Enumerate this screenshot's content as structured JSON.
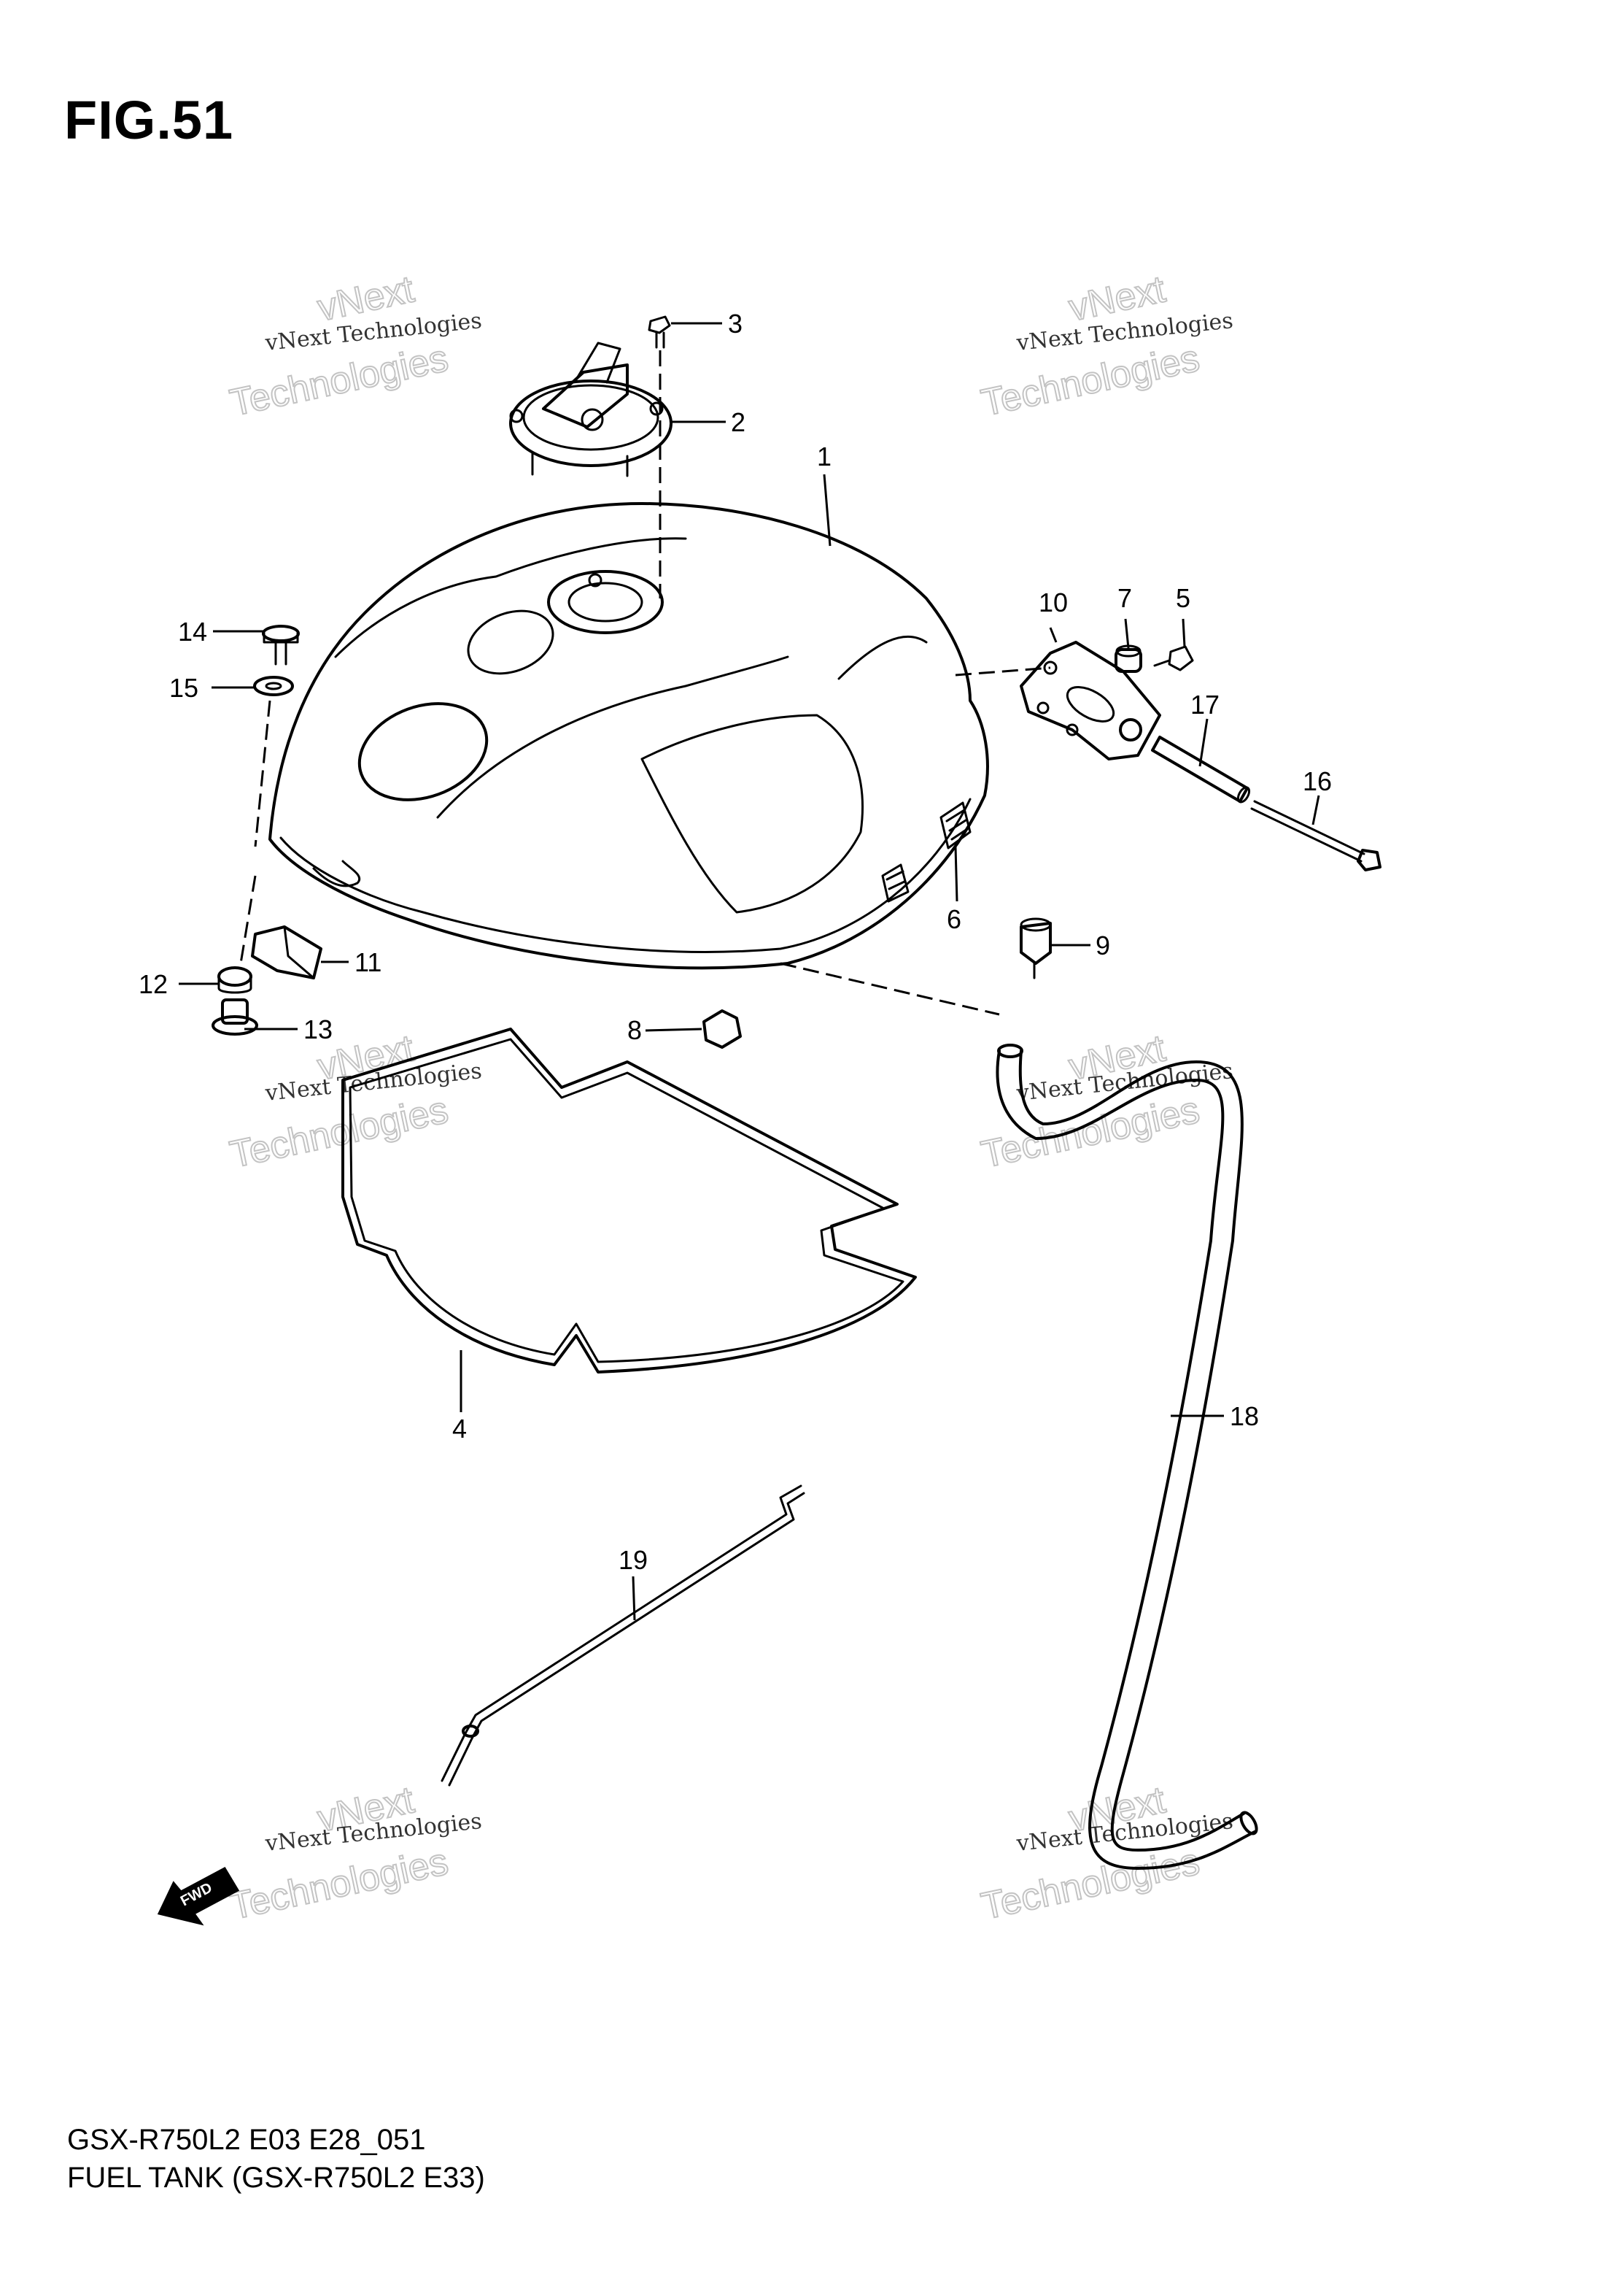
{
  "figure": {
    "title": "FIG.51"
  },
  "footer": {
    "line1": "GSX-R750L2 E03 E28_051",
    "line2": "FUEL TANK (GSX-R750L2 E33)"
  },
  "watermark": {
    "line1": "vNext Technologies",
    "line2": "vNext",
    "line3": "Technologies"
  },
  "direction_marker": {
    "label": "FWD",
    "icon": "forward-arrow-icon"
  },
  "callouts": [
    {
      "id": "1",
      "part": "fuel-tank"
    },
    {
      "id": "2",
      "part": "fuel-cap-assembly"
    },
    {
      "id": "3",
      "part": "cap-bolt"
    },
    {
      "id": "4",
      "part": "tank-seal"
    },
    {
      "id": "5",
      "part": "bracket-bolt"
    },
    {
      "id": "6",
      "part": "tank-cushion"
    },
    {
      "id": "7",
      "part": "bracket-spacer"
    },
    {
      "id": "8",
      "part": "clamp"
    },
    {
      "id": "9",
      "part": "rubber-mount"
    },
    {
      "id": "10",
      "part": "tank-bracket"
    },
    {
      "id": "11",
      "part": "front-cushion"
    },
    {
      "id": "12",
      "part": "cushion-ring"
    },
    {
      "id": "13",
      "part": "collar"
    },
    {
      "id": "14",
      "part": "mounting-bolt"
    },
    {
      "id": "15",
      "part": "washer"
    },
    {
      "id": "16",
      "part": "pivot-bolt"
    },
    {
      "id": "17",
      "part": "pivot-spacer"
    },
    {
      "id": "18",
      "part": "breather-hose"
    },
    {
      "id": "19",
      "part": "drain-wire"
    }
  ]
}
